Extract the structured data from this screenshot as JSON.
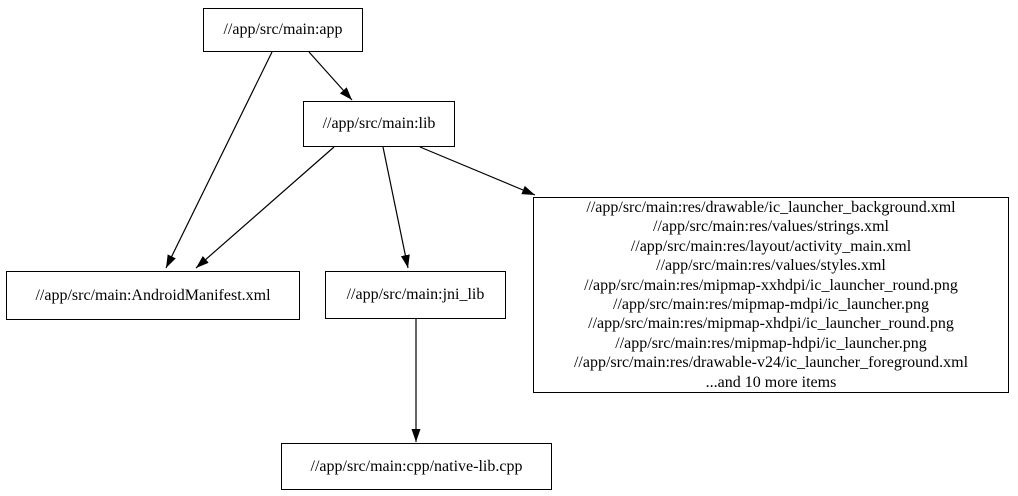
{
  "diagram": {
    "type": "dependency-graph",
    "background_color": "#ffffff",
    "node_border_color": "#000000",
    "edge_color": "#000000",
    "nodes": {
      "app": {
        "label": "//app/src/main:app"
      },
      "lib": {
        "label": "//app/src/main:lib"
      },
      "manifest": {
        "label": "//app/src/main:AndroidManifest.xml"
      },
      "jni_lib": {
        "label": "//app/src/main:jni_lib"
      },
      "native_cpp": {
        "label": "//app/src/main:cpp/native-lib.cpp"
      },
      "res_group": {
        "lines": [
          "//app/src/main:res/drawable/ic_launcher_background.xml",
          "//app/src/main:res/values/strings.xml",
          "//app/src/main:res/layout/activity_main.xml",
          "//app/src/main:res/values/styles.xml",
          "//app/src/main:res/mipmap-xxhdpi/ic_launcher_round.png",
          "//app/src/main:res/mipmap-mdpi/ic_launcher.png",
          "//app/src/main:res/mipmap-xhdpi/ic_launcher_round.png",
          "//app/src/main:res/mipmap-hdpi/ic_launcher.png",
          "//app/src/main:res/drawable-v24/ic_launcher_foreground.xml",
          "...and 10 more items"
        ]
      }
    },
    "edges": [
      {
        "from": "//app/src/main:app",
        "to": "//app/src/main:AndroidManifest.xml"
      },
      {
        "from": "//app/src/main:app",
        "to": "//app/src/main:lib"
      },
      {
        "from": "//app/src/main:lib",
        "to": "//app/src/main:AndroidManifest.xml"
      },
      {
        "from": "//app/src/main:lib",
        "to": "//app/src/main:jni_lib"
      },
      {
        "from": "//app/src/main:lib",
        "to": "res_group"
      },
      {
        "from": "//app/src/main:jni_lib",
        "to": "//app/src/main:cpp/native-lib.cpp"
      }
    ]
  }
}
